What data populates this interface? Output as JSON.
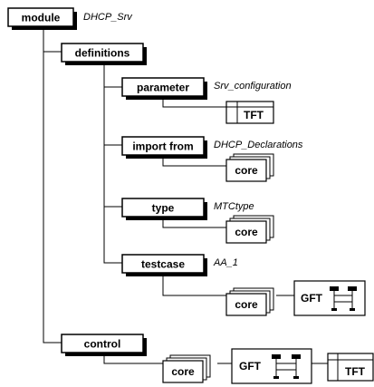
{
  "diagram": {
    "module": {
      "label": "module",
      "name": "DHCP_Srv"
    },
    "definitions": {
      "label": "definitions"
    },
    "parameter": {
      "label": "parameter",
      "name": "Srv_configuration",
      "doc": "TFT"
    },
    "import_from": {
      "label": "import from",
      "name": "DHCP_Declarations",
      "doc": "core"
    },
    "type": {
      "label": "type",
      "name": "MTCtype",
      "doc": "core"
    },
    "testcase": {
      "label": "testcase",
      "name": "AA_1",
      "doc": "core",
      "gft": "GFT"
    },
    "control": {
      "label": "control",
      "doc": "core",
      "gft": "GFT",
      "tft": "TFT"
    }
  }
}
